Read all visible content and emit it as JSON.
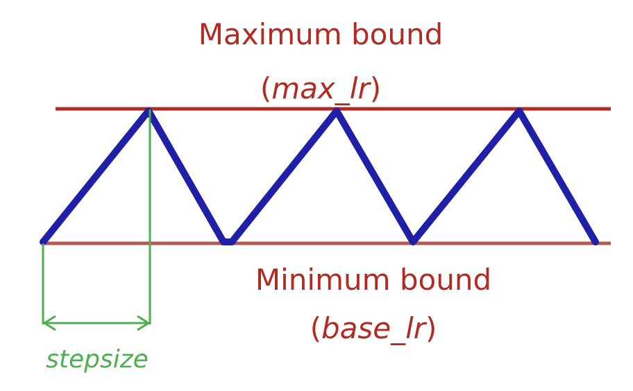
{
  "labels": {
    "max_line1": "Maximum bound",
    "max_open": "(",
    "max_var": "max_lr",
    "max_close": ")",
    "min_line1": "Minimum bound",
    "min_open": "(",
    "min_var": "base_lr",
    "min_close": ")",
    "step": "stepsize"
  },
  "colors": {
    "bound_max": "#b22a22",
    "bound_min": "#b35a55",
    "wave": "#1f1fa8",
    "stepsize": "#4caf50",
    "text_red": "#b22a22"
  }
}
